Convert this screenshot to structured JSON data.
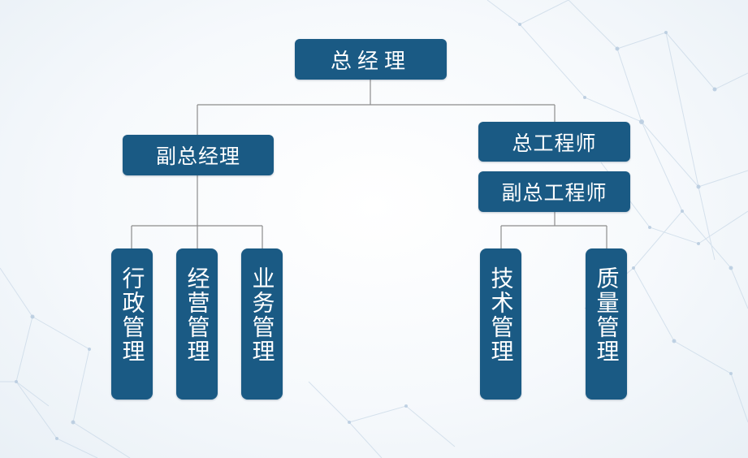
{
  "org": {
    "general_manager": "总经理",
    "deputy_general_manager": "副总经理",
    "chief_engineer": "总工程师",
    "deputy_chief_engineer": "副总工程师",
    "departments": [
      "行政管理",
      "经营管理",
      "业务管理",
      "技术管理",
      "质量管理"
    ]
  },
  "colors": {
    "node_fill": "#1a5a84",
    "node_text": "#ffffff",
    "connector": "#8d8d8d",
    "background": "#f4f7fb"
  }
}
